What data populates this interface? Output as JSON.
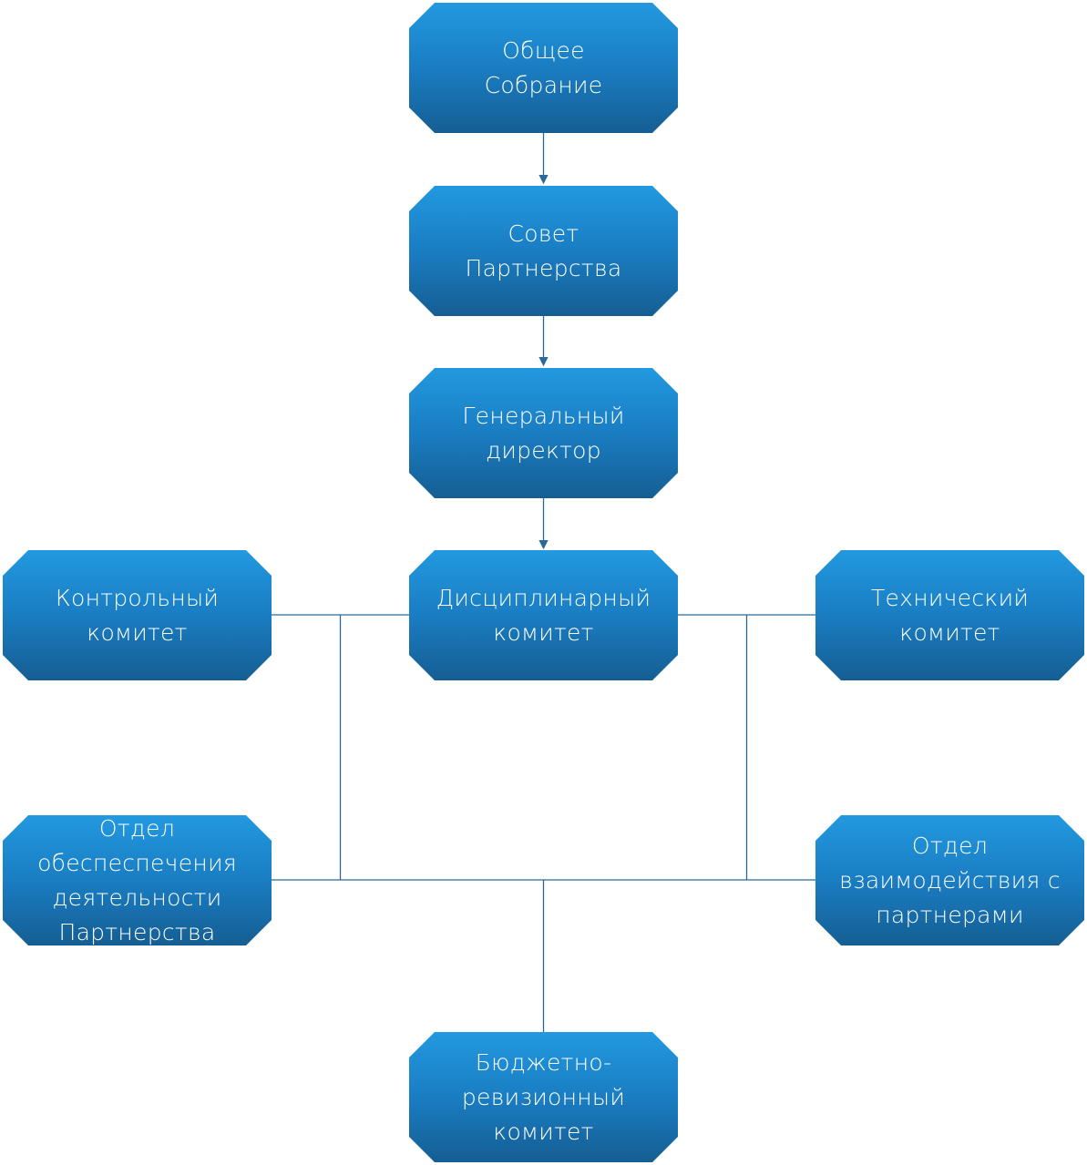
{
  "nodes": {
    "general_assembly": "Общее\nСобрание",
    "partnership_council": "Совет\nПартнерства",
    "general_director": "Генеральный\nдиректор",
    "disciplinary_committee": "Дисциплинарный\nкомитет",
    "control_committee": "Контрольный\nкомитет",
    "technical_committee": "Технический\nкомитет",
    "support_department": "Отдел\nобеспеспечения\nдеятельности\nПартнерства",
    "partner_relations_department": "Отдел\nвзаимодействия с\nпартнерами",
    "budget_audit_committee": "Бюджетно-\nревизионный\nкомитет"
  },
  "colors": {
    "node_top": "#2299e0",
    "node_bottom": "#155e93",
    "connector": "#2a6a9a",
    "text": "#ffffff"
  }
}
